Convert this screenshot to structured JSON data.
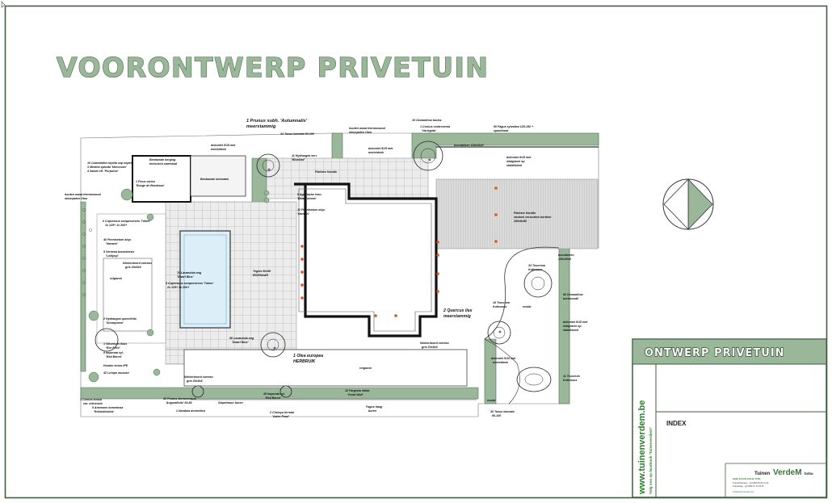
{
  "title": "VOORONTWERP PRIVETUIN",
  "title_block": {
    "heading": "ONTWERP PRIVETUIN",
    "index_label": "INDEX",
    "website": "www.tuinenverdem.be",
    "facebook": "Volg ons op facebook \"tuinenverdem\"",
    "logo_word1": "Tuinen",
    "logo_word2": "VerdeM",
    "logo_word3": "bvba",
    "logo_tagline": "GEEF KLEUR AAN JE TUIN!",
    "logo_line1": "Tuinarchitectuur - tel 0469 05 04 41 44",
    "logo_line2": "Tuinaanleg - tel 0469 07 11 63 21",
    "logo_line3": "info@tuinenverdem.be"
  },
  "labels": {
    "prunus": "1 Prunus subh. 'Autumnalis'",
    "prunus2": "meerstammig",
    "taxus_top": "34 Taxus baccata 80-100",
    "houtenwand_top": "houten wand thermowood",
    "houtenwand_top2": "steunpalen Oton",
    "osmanthus_top": "19 Osmanthus burkw.",
    "cornus_contr": "1 Cornus controversa",
    "cornus_contr2": "'Variegata'",
    "fagus_top": "50 Fagus sylvatica 125-150 +",
    "fagus_top2": "spandraad",
    "dolomiet_top": "dolomiet 5/15 met",
    "dolomiet_top2": "worteldoek",
    "dolomiet_mid": "dolomiet 5/15 met",
    "dolomiet_mid2": "worteldoek",
    "boordsteen_top": "boordsteen 100x30x6",
    "dolomiet_right": "dolomiet 5/15 met",
    "dolomiet_right2": "nitdgravel op",
    "dolomiet_right3": "stabilisbed",
    "hydrangea": "11 Hydrangea serr.",
    "hydrangea2": "'Bluebird'",
    "platines_top": "Platines Kandla",
    "calamintha1": "10 Calamintha nepeta ssp nepeta",
    "calamintha2": "3 Mentha spicata 'Moroccan'",
    "calamintha3": "4 Salvia off. 'Purpurea'",
    "berging": "Bestaande berging",
    "berging2": "technisch zwembad",
    "ficus": "1 Ficus carica",
    "ficus2": "'Rouge de Bordeaux'",
    "bestaande_betondek": "Bestaande betondek",
    "agastache": "5 Agastache foen.",
    "agastache2": "'Blue Fortune'",
    "pennisetum_c": "12 Pennisetum alop.",
    "pennisetum_c2": "'Hameln'",
    "houtenwand_left": "houten wand thermowood",
    "houtenwand_left2": "steunpalen Oton",
    "cupressus_top": "2 Cupressus sempervirens 'Totem'",
    "cupressus_top2": "1x 125+   1x 200+",
    "pennisetum_l": "40 Pennisetum alop.",
    "pennisetum_l2": "'Hameln'",
    "verbena": "5 Verbena bonariensis",
    "verbena2": "'Lollipop'",
    "klinker_left": "klinkerboord carreau",
    "klinker_left2": "gris 20x8x6",
    "rolgazon_left": "rolgazon",
    "lavandula_left": "70 Lavandula ang",
    "lavandula_left2": "'Dwarf Blue'",
    "cupressus_mid": "3 Cupressus sempervirens 'Totem'",
    "cupressus_mid2": "2x 125+   1x 200+",
    "tegels": "Tegels 90x90",
    "tegels2": "EIGENAAR",
    "hydrangea_q": "2 Hydrangea quercifolia",
    "hydrangea_q2": "'Snowqueen'",
    "viburnum": "1 Viburnum tinus",
    "viburnum2": "'Eve Price'",
    "imperata_l": "9 Imperata cyl.",
    "imperata_l2": "'Red Baron'",
    "lavandula_mid": "56 Lavandula ang",
    "lavandula_mid2": "'Dwarf Blue'",
    "olea": "1 Olea europea",
    "olea2": "HERBRUIK",
    "quercus": "2 Quercus ilex",
    "quercus2": "meerstammig",
    "klinker_mid": "klinkerboord carreau",
    "klinker_mid2": "gris 20x5x6",
    "houten_terras": "Houten terras IPE",
    "liriope": "42 Liriope muscari",
    "klinker_bottom": "klinkerboord carreau",
    "klinker_bottom2": "gris 20x5x6",
    "rolgazon_bottom": "rolgazon",
    "platines_right": "Platines Kandla",
    "platines_right2": "random verzonken bordeur",
    "platines_right3": "100x8x50",
    "boordsteen_right": "boordsteen",
    "boordsteen_right2": "100x30x6",
    "teucrium1": "33 Teucrium",
    "teucrium1b": "fruticosus",
    "osmanthus_right": "50 Osmanthus",
    "osmanthus_right2": "burkwoodii",
    "teucrium2": "18 Teucrium",
    "teucrium2b": "fruticosus",
    "ecolat_mid": "ecolat",
    "dolomiet_r2": "dolomiet 5/15 met",
    "dolomiet_r2b": "nitdgravel op",
    "dolomiet_r2c": "stabilisbed",
    "dolomiet_bot": "dolomiet 5/15 met",
    "dolomiet_bot2": "worteldoek",
    "teucrium3": "11 Teucrium",
    "teucrium3b": "fruticosus",
    "ecolat_bot": "ecolat",
    "cornus_kousa": "1 Cornus kousa",
    "cornus_kousa2": "var. chinensis",
    "anemone": "5 Anemone tomentosa",
    "anemone2": "'Robustissima'",
    "prunus_lauro": "36 Prunus laurocerasus",
    "prunus_lauro2": "'Angustifolia' 60-80",
    "nandina": "1 Nandina domestica",
    "imperata_b": "35 Imperata cyl.",
    "imperata_b2": "'Red Baron'",
    "stapelmuur": "Stapelmuur buren",
    "fargesia": "12 Fargesia nitida",
    "fargesia2": "'Great Wall'",
    "choisya": "2 Choisya ternata",
    "choisya2": "'Aztec Pearl'",
    "fagus_haag": "Fagus haag",
    "fagus_haag2": "buren",
    "taxus_bot": "35 Taxus baccata",
    "taxus_bot2": "80-100"
  },
  "colors": {
    "green_fill": "#9ab79a",
    "green_dark": "#4e6e4e",
    "paving": "#d9d9d9",
    "pool": "#dceef7",
    "deck": "#c8843c",
    "orange_dot": "#d9541e",
    "purple_dot": "#7a4fa8",
    "title_block_fill": "#9ab79a"
  },
  "icons": {
    "north": "north-arrow-icon",
    "tree": "tree-icon",
    "plant": "plant-dot-icon"
  }
}
